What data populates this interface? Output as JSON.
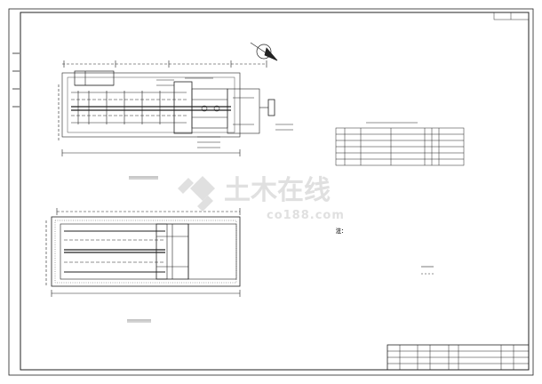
{
  "sheet": {
    "line_color": "#1a1a1a",
    "paper_color": "#ffffff"
  },
  "notes": {
    "heading": "注："
  },
  "watermark": {
    "brand": "土木在线",
    "site": "co188.com",
    "color": "#c8c8c8"
  }
}
